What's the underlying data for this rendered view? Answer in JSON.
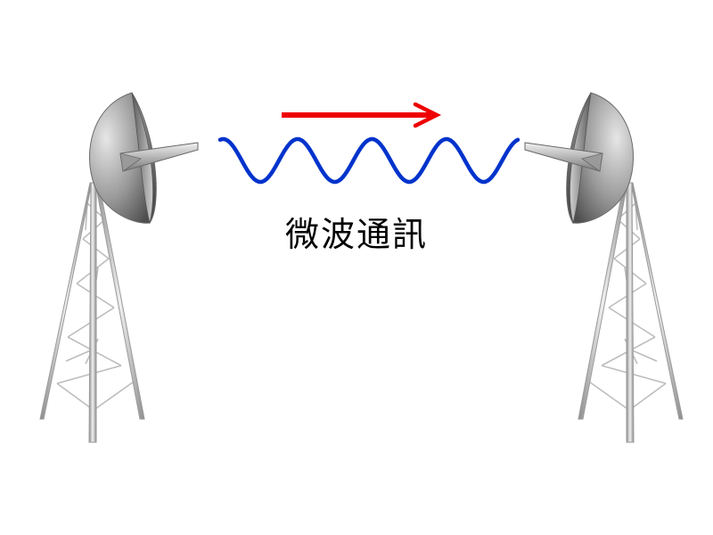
{
  "caption": "微波通訊",
  "colors": {
    "arrow": "#ee0000",
    "wave": "#0033cc",
    "tower": "#aaaaaa",
    "dish": "#888888"
  },
  "icons": {
    "left_antenna": "microwave-dish-tower-icon",
    "right_antenna": "microwave-dish-tower-icon",
    "direction": "arrow-right-icon",
    "signal": "sine-wave-icon"
  },
  "wave_cycles": 4,
  "arrow_direction": "right"
}
